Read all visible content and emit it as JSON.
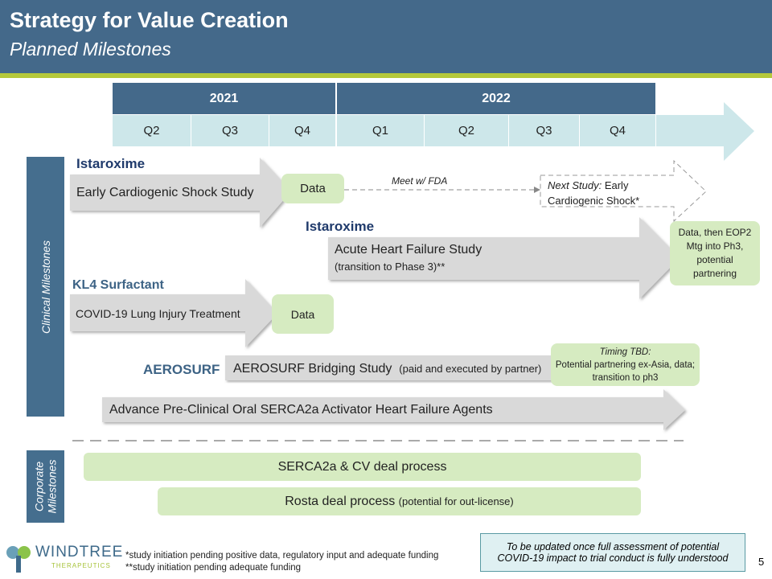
{
  "header": {
    "title": "Strategy for Value Creation",
    "subtitle": "Planned Milestones"
  },
  "timeline": {
    "years": [
      "2021",
      "2022"
    ],
    "quarters": [
      "Q2",
      "Q3",
      "Q4",
      "Q1",
      "Q2",
      "Q3",
      "Q4"
    ]
  },
  "sections": {
    "clinical": "Clinical Milestones",
    "corporate_line1": "Corporate",
    "corporate_line2": "Milestones"
  },
  "rows": {
    "istaroxime1": {
      "label": "Istaroxime",
      "study": "Early Cardiogenic Shock Study",
      "milestone": "Data",
      "connector": "Meet w/ FDA",
      "next_prefix": "Next Study:",
      "next_line1": "Early",
      "next_line2": "Cardiogenic Shock*"
    },
    "istaroxime2": {
      "label": "Istaroxime",
      "study": "Acute Heart Failure Study",
      "study_sub": "(transition to Phase 3)**",
      "milestone": "Data, then EOP2 Mtg into Ph3, potential partnering"
    },
    "kl4": {
      "label": "KL4 Surfactant",
      "study": "COVID-19 Lung Injury Treatment",
      "milestone": "Data"
    },
    "aerosurf": {
      "label": "AEROSURF",
      "study": "AEROSURF Bridging Study",
      "study_sub": "(paid and executed by partner)",
      "milestone_title": "Timing TBD:",
      "milestone": "Potential partnering ex-Asia, data; transition to ph3"
    },
    "serca": {
      "study": "Advance Pre-Clinical Oral SERCA2a Activator Heart Failure Agents"
    }
  },
  "corporate": {
    "serca_deal": "SERCA2a & CV deal process",
    "rosta_deal": "Rosta deal process",
    "rosta_sub": "(potential for out-license)"
  },
  "footer": {
    "logo_name": "WINDTREE",
    "logo_sub": "THERAPEUTICS",
    "footnote1": "*study initiation pending positive data, regulatory input and adequate funding",
    "footnote2": "**study initiation pending adequate funding",
    "note": "To be updated once full assessment of potential COVID-19 impact to trial conduct is fully understood",
    "page": "5"
  }
}
